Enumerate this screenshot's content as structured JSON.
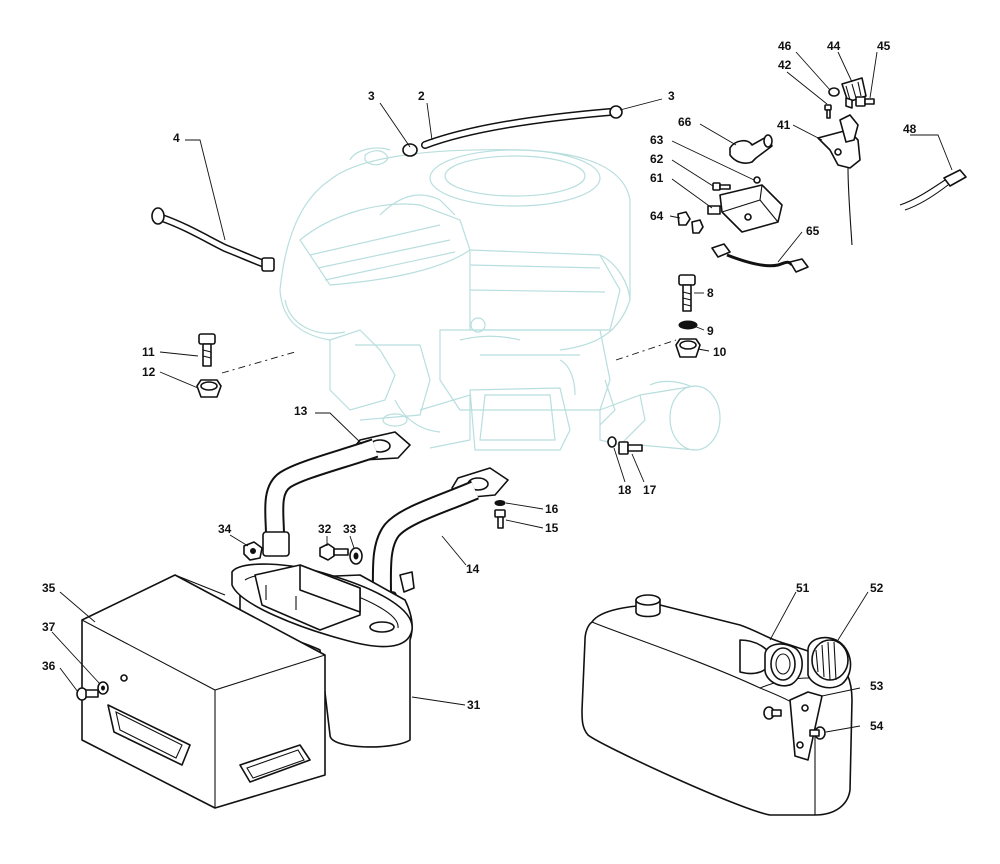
{
  "diagram": {
    "callouts": [
      {
        "id": "c2",
        "label": "2"
      },
      {
        "id": "c3a",
        "label": "3"
      },
      {
        "id": "c3b",
        "label": "3"
      },
      {
        "id": "c4",
        "label": "4"
      },
      {
        "id": "c8",
        "label": "8"
      },
      {
        "id": "c9",
        "label": "9"
      },
      {
        "id": "c10",
        "label": "10"
      },
      {
        "id": "c11",
        "label": "11"
      },
      {
        "id": "c12",
        "label": "12"
      },
      {
        "id": "c13",
        "label": "13"
      },
      {
        "id": "c14",
        "label": "14"
      },
      {
        "id": "c15",
        "label": "15"
      },
      {
        "id": "c16",
        "label": "16"
      },
      {
        "id": "c17",
        "label": "17"
      },
      {
        "id": "c18",
        "label": "18"
      },
      {
        "id": "c31",
        "label": "31"
      },
      {
        "id": "c32",
        "label": "32"
      },
      {
        "id": "c33",
        "label": "33"
      },
      {
        "id": "c34",
        "label": "34"
      },
      {
        "id": "c35",
        "label": "35"
      },
      {
        "id": "c36",
        "label": "36"
      },
      {
        "id": "c37",
        "label": "37"
      },
      {
        "id": "c41",
        "label": "41"
      },
      {
        "id": "c42",
        "label": "42"
      },
      {
        "id": "c44",
        "label": "44"
      },
      {
        "id": "c45",
        "label": "45"
      },
      {
        "id": "c46",
        "label": "46"
      },
      {
        "id": "c48",
        "label": "48"
      },
      {
        "id": "c51",
        "label": "51"
      },
      {
        "id": "c52",
        "label": "52"
      },
      {
        "id": "c53",
        "label": "53"
      },
      {
        "id": "c54",
        "label": "54"
      },
      {
        "id": "c61",
        "label": "61"
      },
      {
        "id": "c62",
        "label": "62"
      },
      {
        "id": "c63",
        "label": "63"
      },
      {
        "id": "c64",
        "label": "64"
      },
      {
        "id": "c65",
        "label": "65"
      },
      {
        "id": "c66",
        "label": "66"
      }
    ]
  }
}
